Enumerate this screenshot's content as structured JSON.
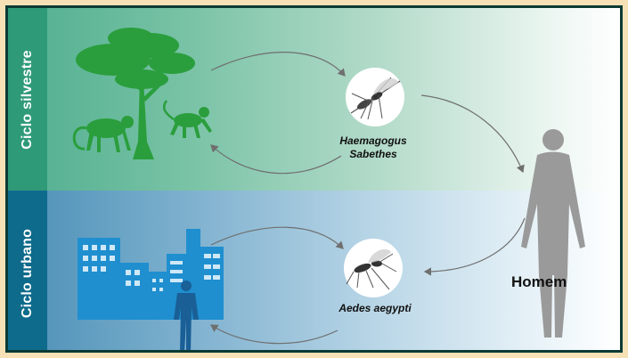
{
  "cycles": {
    "sylvan": {
      "label": "Ciclo silvestre",
      "vector_line1": "Haemagogus",
      "vector_line2": "Sabethes"
    },
    "urban": {
      "label": "Ciclo urbano",
      "vector": "Aedes aegypti"
    }
  },
  "host": {
    "label": "Homem"
  },
  "colors": {
    "sylvan_band": "#2f9a78",
    "urban_band": "#0e6b8b",
    "green_icons": "#2a9e3c",
    "urban_icons": "#1f8fd0",
    "human": "#9a9a9a",
    "border": "#0b3a34"
  }
}
